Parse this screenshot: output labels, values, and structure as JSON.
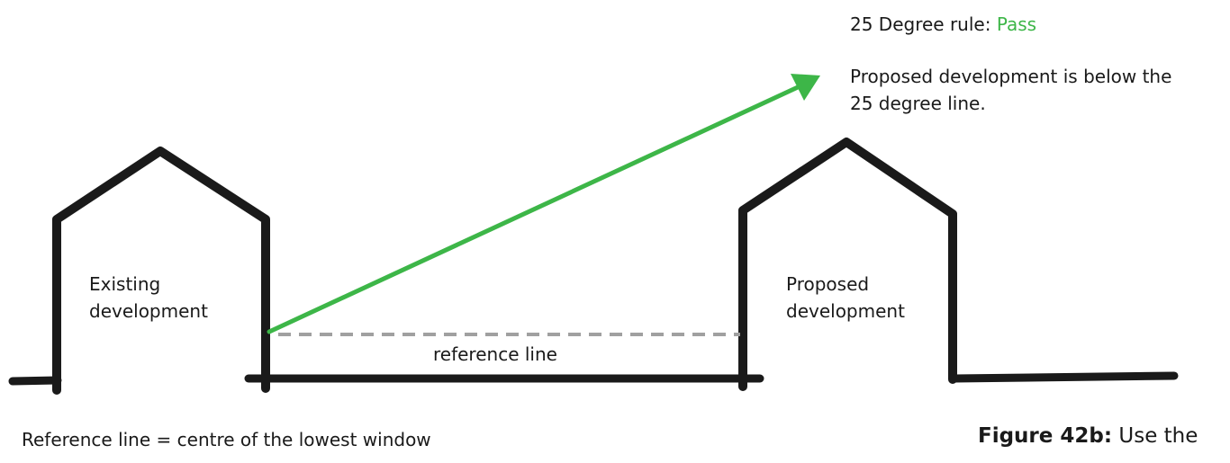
{
  "rule": {
    "label": "25 Degree rule: ",
    "result": "Pass",
    "result_color": "#3db648"
  },
  "description": {
    "line1": "Proposed development is below the",
    "line2": "25 degree line."
  },
  "existing": {
    "line1": "Existing",
    "line2": "development"
  },
  "proposed": {
    "line1": "Proposed",
    "line2": "development"
  },
  "reference_label": "reference line",
  "footnote": "Reference line = centre of the lowest window",
  "caption": {
    "label": "Figure 42b:",
    "text": " Use the"
  },
  "colors": {
    "sketch": "#1a1a1a",
    "arrow": "#3db648",
    "reference": "#a0a0a0"
  }
}
